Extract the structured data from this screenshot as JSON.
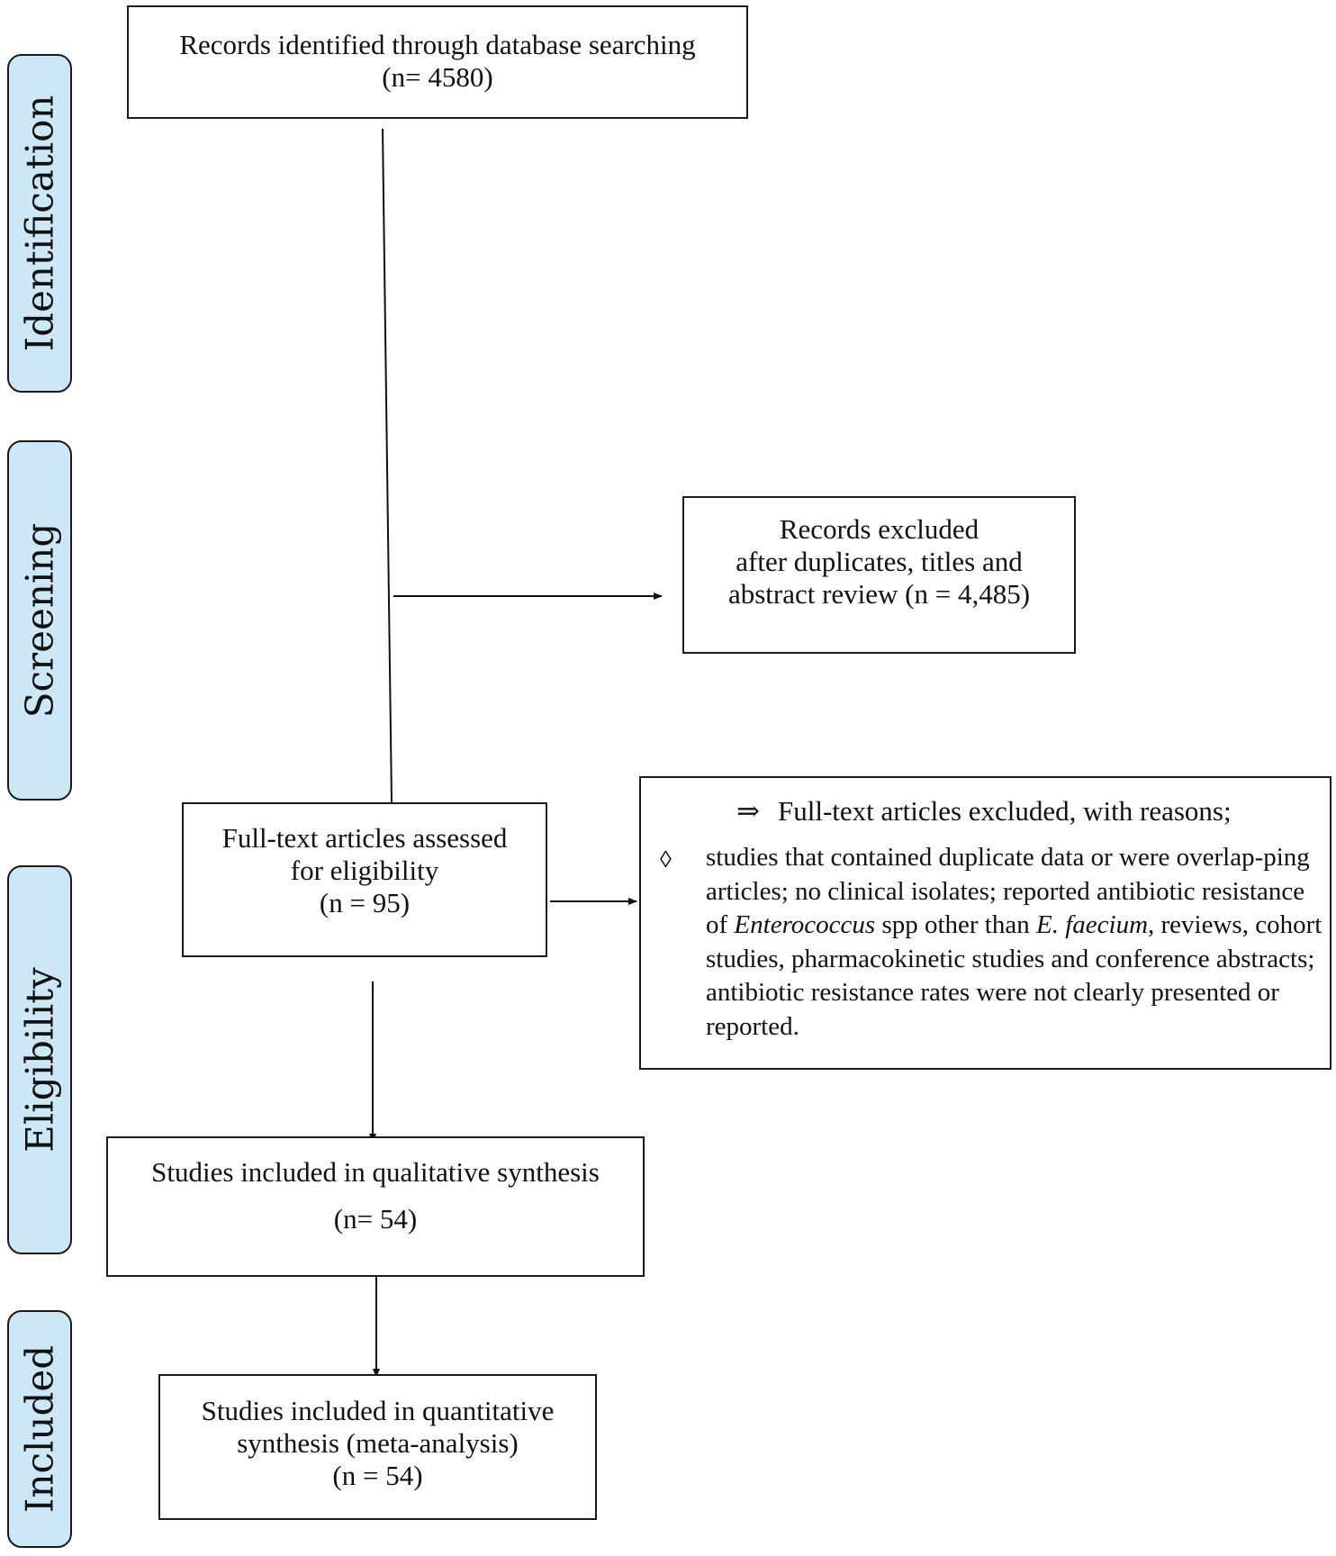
{
  "phases": {
    "identification": "Identification",
    "screening": "Screening",
    "eligibility": "Eligibility",
    "included": "Included"
  },
  "records_identified": {
    "line1": "Records identified through database searching",
    "line2": "(n= 4580)"
  },
  "records_excluded": {
    "line1": "Records excluded",
    "line2": "after duplicates, titles and",
    "line3": "abstract review (n = 4,485)"
  },
  "fulltext_assessed": {
    "line1": "Full-text articles assessed",
    "line2": "for eligibility",
    "line3": "(n = 95)"
  },
  "fulltext_excluded": {
    "arrow_glyph": "⇒",
    "heading": "Full-text articles excluded, with reasons;",
    "bullet_glyph": "◊",
    "text_part1": "studies that contained duplicate data or were overlap-ping articles; no clinical isolates; reported antibiotic resistance of ",
    "italic1": "Enterococcus",
    "text_part2": " spp other than ",
    "italic2": "E. faecium",
    "text_part3": ", reviews, cohort studies, pharmacokinetic studies and conference abstracts; antibiotic resistance rates were not clearly presented or reported."
  },
  "qualitative": {
    "line1": "Studies included in qualitative synthesis",
    "line2": "(n= 54)"
  },
  "quantitative": {
    "line1": "Studies included in quantitative",
    "line2": "synthesis (meta-analysis)",
    "line3": "(n = 54)"
  }
}
